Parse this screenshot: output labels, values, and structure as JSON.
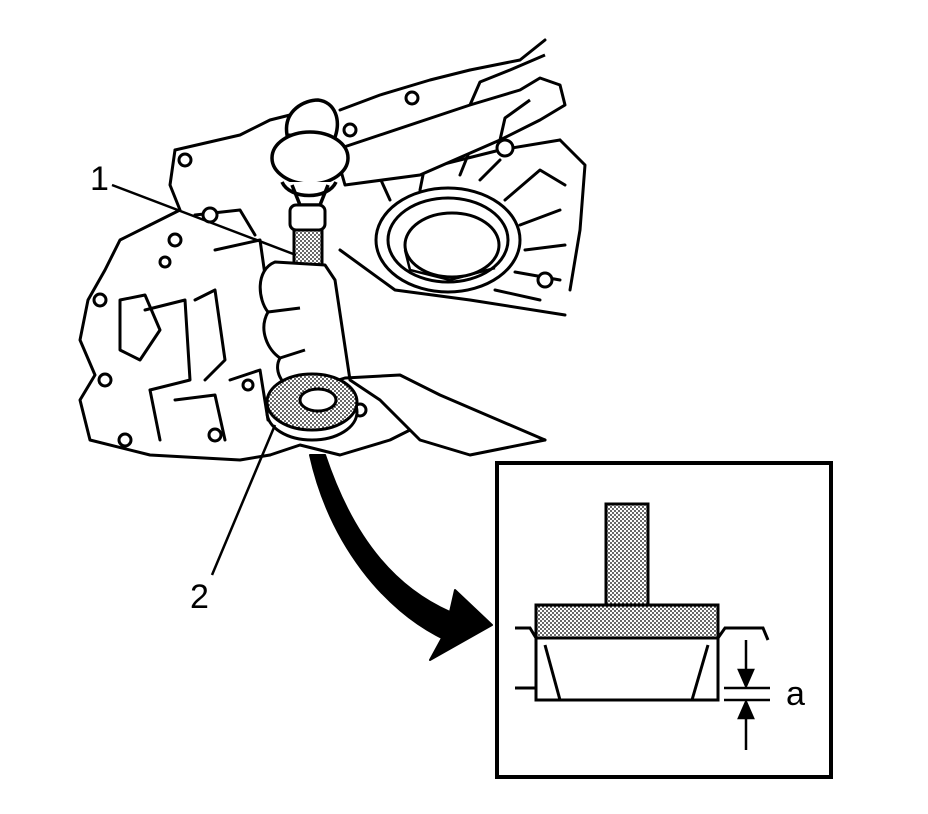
{
  "callouts": {
    "one": "1",
    "two": "2",
    "dimension": "a"
  },
  "colors": {
    "line": "#000000",
    "paper": "#ffffff",
    "stipple": "#c8c8c8"
  }
}
